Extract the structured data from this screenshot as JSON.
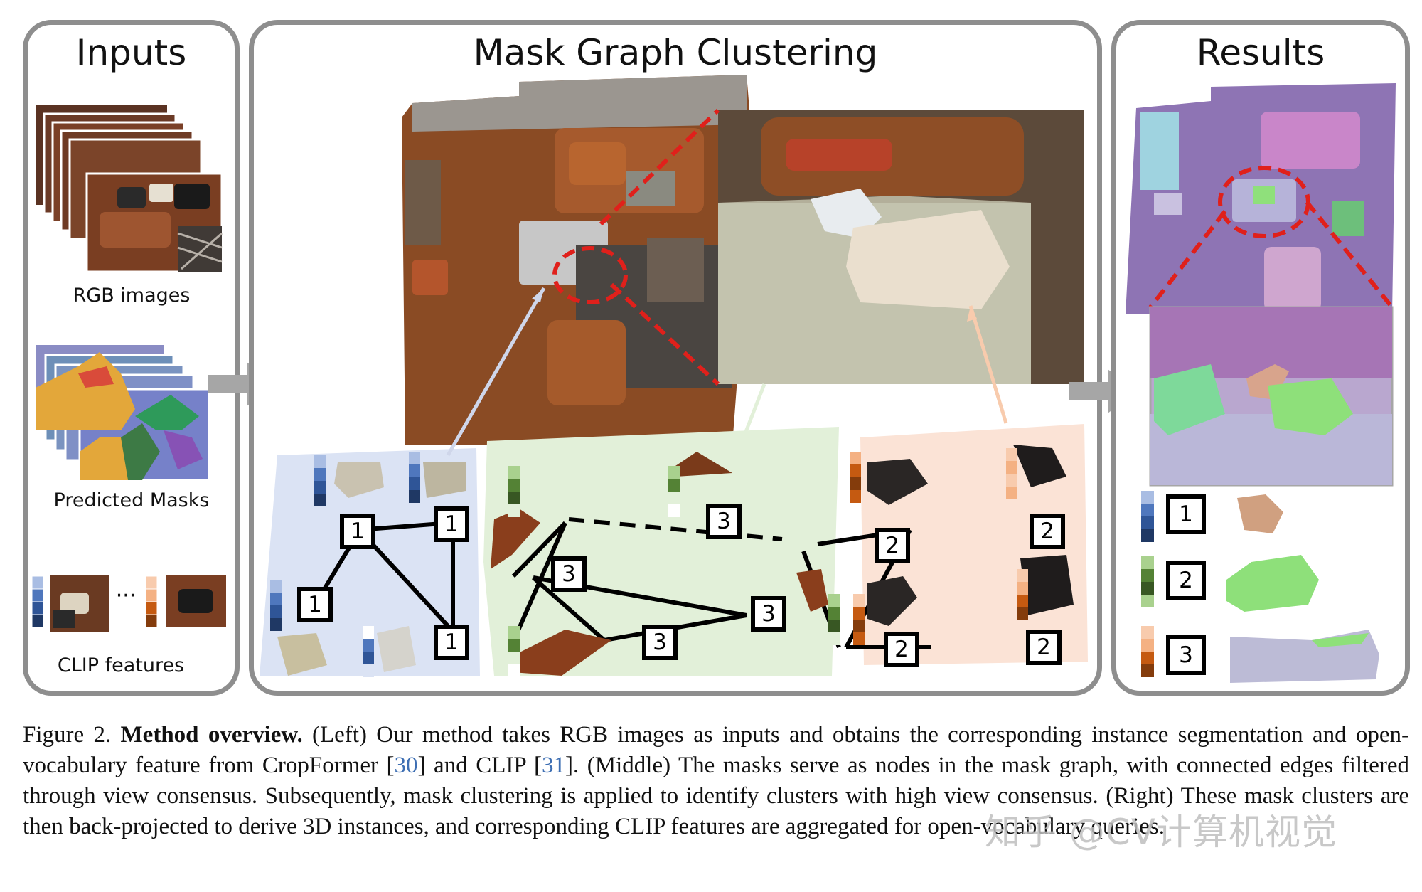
{
  "panels": {
    "inputs": {
      "title": "Inputs",
      "rgb_label": "RGB images",
      "masks_label": "Predicted Masks",
      "clip_label": "CLIP features",
      "ellipsis": "···"
    },
    "middle": {
      "title": "Mask Graph Clustering"
    },
    "results": {
      "title": "Results"
    }
  },
  "graph": {
    "cluster1": {
      "label": "1"
    },
    "cluster2": {
      "label": "2"
    },
    "cluster3": {
      "label": "3"
    }
  },
  "results_legend": [
    {
      "label": "1",
      "feature_color": "#2f5597"
    },
    {
      "label": "2",
      "feature_color": "#548235"
    },
    {
      "label": "3",
      "feature_color": "#c55a11"
    }
  ],
  "colors": {
    "cluster1_bg": "#dbe3f4",
    "cluster2_bg": "#e2f0d9",
    "cluster3_bg": "#fbe3d6",
    "highlight_red": "#e0201b",
    "arrow_gray": "#a6a6a6"
  },
  "caption": {
    "fig_label": "Figure 2.",
    "bold_title": "Method overview.",
    "text_part1": " (Left) Our method takes RGB images as inputs and obtains the corresponding instance segmentation and open-vocabulary feature from CropFormer [",
    "ref1": "30",
    "text_part2": "] and CLIP [",
    "ref2": "31",
    "text_part3": "].  (Middle) The masks serve as nodes in the mask graph, with connected edges filtered through view consensus.  Subsequently, mask clustering is applied to identify clusters with high view consensus.  (Right) These mask clusters are then back-projected to derive 3D instances, and corresponding CLIP features are aggregated for open-vocabulary queries."
  },
  "watermark": "知乎 @CV计算机视觉"
}
